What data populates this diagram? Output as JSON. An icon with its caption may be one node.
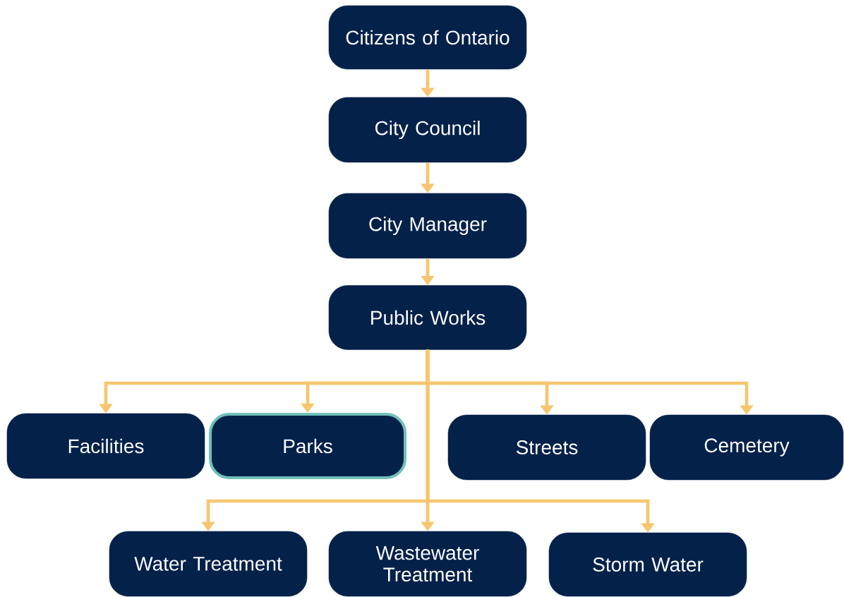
{
  "diagram": {
    "nodes": [
      {
        "text": [
          "Citizens of Ontario"
        ]
      },
      {
        "text": [
          "City Council"
        ]
      },
      {
        "text": [
          "City Manager"
        ]
      },
      {
        "text": [
          "Public Works"
        ]
      },
      {
        "text": [
          "Facilities"
        ]
      },
      {
        "text": [
          "Parks"
        ]
      },
      {
        "text": [
          "Streets"
        ]
      },
      {
        "text": [
          "Cemetery"
        ]
      },
      {
        "text": [
          "Water Treatment"
        ]
      },
      {
        "text": [
          "Wastewater Treatment"
        ]
      },
      {
        "text": [
          "Storm Water"
        ]
      }
    ],
    "edges": [
      {
        "from": 0,
        "to": 1,
        "arrow": "to"
      },
      {
        "from": 1,
        "to": 2,
        "arrow": "to"
      },
      {
        "from": 2,
        "to": 3,
        "arrow": "to"
      },
      {
        "from": 3,
        "to": 4,
        "arrow": "to"
      },
      {
        "from": 3,
        "to": 5,
        "arrow": "to"
      },
      {
        "from": 3,
        "to": 6,
        "arrow": "to"
      },
      {
        "from": 3,
        "to": 7,
        "arrow": "to"
      },
      {
        "from": 3,
        "to": 8,
        "arrow": "to"
      },
      {
        "from": 3,
        "to": 9,
        "arrow": "to"
      },
      {
        "from": 3,
        "to": 10,
        "arrow": "to"
      }
    ]
  }
}
